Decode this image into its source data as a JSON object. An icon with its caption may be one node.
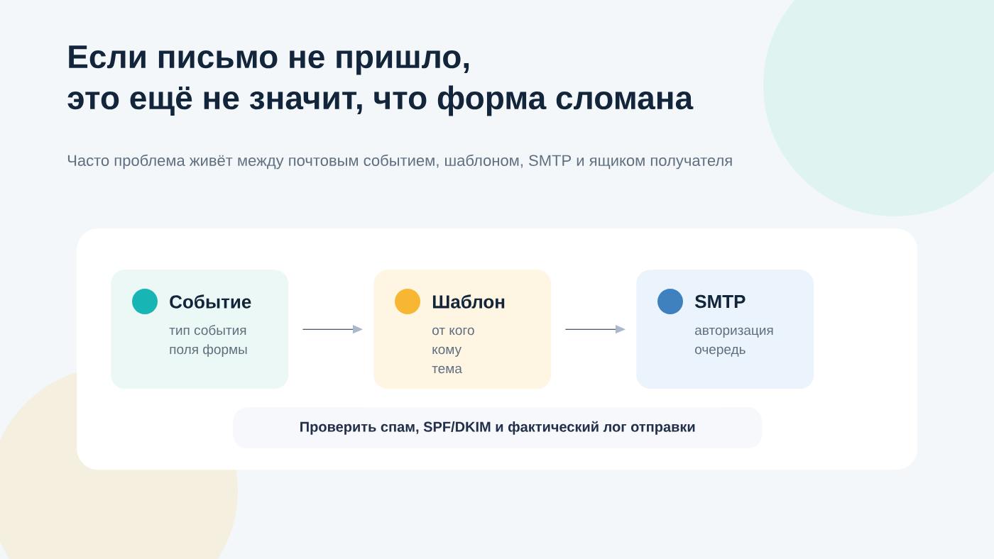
{
  "diagram": {
    "title": "Если письмо не пришло, это ещё не значит, что форма сломана",
    "caption": "Часто проблема живёт между почтовым событием, шаблоном, SMTP и ящиком получателя",
    "nodes": [
      {
        "text": [],
        "shape": "box"
      },
      {
        "text": [
          "Событие",
          "тип события",
          "поля формы"
        ],
        "in": 0
      },
      {
        "text": [
          "Шаблон",
          "от кого",
          "кому",
          "тема"
        ],
        "in": 0
      },
      {
        "text": [
          "SMTP",
          "авторизация",
          "очередь"
        ],
        "in": 0
      },
      {
        "text": [
          "Проверить спам, SPF/DKIM и фактический лог отправки"
        ],
        "in": 0
      }
    ],
    "edges": [
      {
        "from": 1,
        "to": 2,
        "arrow": "to"
      },
      {
        "from": 2,
        "to": 3,
        "arrow": "to"
      }
    ]
  }
}
